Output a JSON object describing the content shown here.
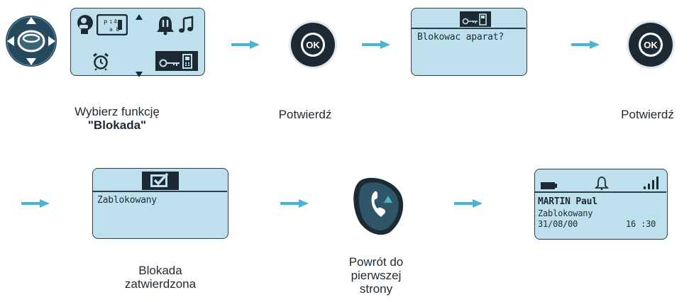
{
  "colors": {
    "lcd": "#bde0ec",
    "arrow": "#4ab3d0",
    "ok_button": "#1e2a33",
    "nav_key": "#254a5e"
  },
  "steps": [
    {
      "caption_line1": "Wybierz funkcję",
      "caption_line2": "\"Blokada\""
    },
    {
      "caption": "Potwierdź"
    },
    {
      "screen_text": "Blokowac aparat?"
    },
    {
      "caption": "Potwierdź"
    },
    {
      "screen_text": "Zablokowany",
      "caption_line1": "Blokada",
      "caption_line2": "zatwierdzona"
    },
    {
      "caption_line1": "Powrót do",
      "caption_line2": "pierwszej",
      "caption_line3": "strony"
    },
    {
      "name": "MARTIN Paul",
      "status": "Zablokowany",
      "date": "31/08/00",
      "time": "16 :30"
    }
  ],
  "ok_label": "OK",
  "icons": [
    "navigation-key-icon",
    "phonebook-icon",
    "calls-list-icon",
    "bell-icon",
    "music-note-icon",
    "alarm-clock-icon",
    "lock-key-icon",
    "checkmark-icon",
    "hang-up-key-icon",
    "battery-icon",
    "signal-icon"
  ]
}
